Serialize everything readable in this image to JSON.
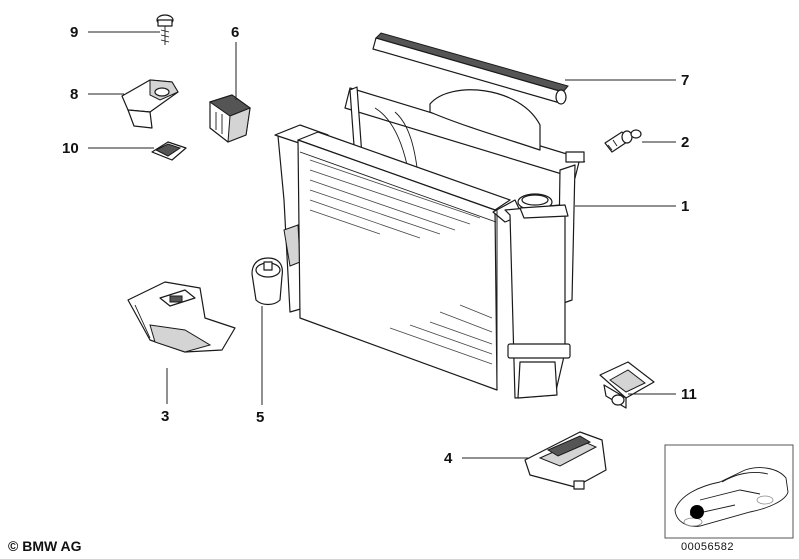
{
  "callouts": [
    {
      "id": "1",
      "part": "radiator-assembly"
    },
    {
      "id": "2",
      "part": "expanding-rivet"
    },
    {
      "id": "3",
      "part": "left-mounting-bracket"
    },
    {
      "id": "4",
      "part": "lower-bracket"
    },
    {
      "id": "5",
      "part": "rubber-mount"
    },
    {
      "id": "6",
      "part": "rubber-buffer"
    },
    {
      "id": "7",
      "part": "seal-strip"
    },
    {
      "id": "8",
      "part": "upper-holder"
    },
    {
      "id": "9",
      "part": "screw"
    },
    {
      "id": "10",
      "part": "clip-nut"
    },
    {
      "id": "11",
      "part": "right-holder"
    }
  ],
  "footer": {
    "copyright": "© BMW AG",
    "document_number": "00056582"
  }
}
